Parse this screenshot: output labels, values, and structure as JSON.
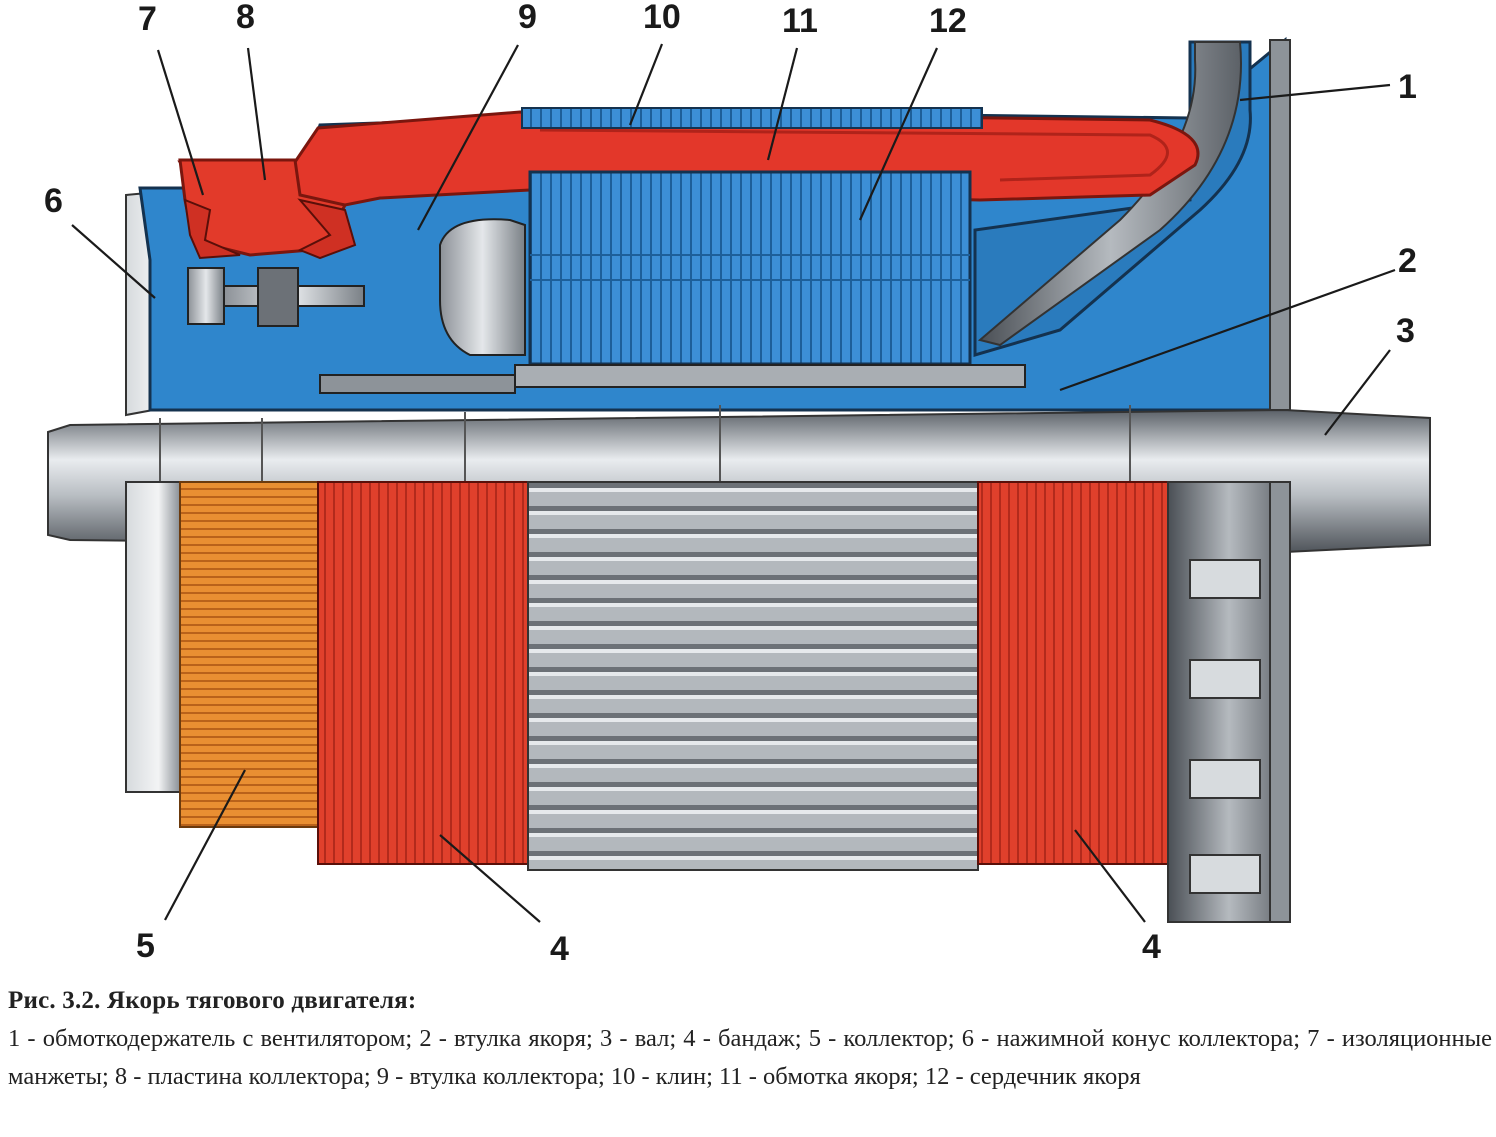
{
  "figure": {
    "title": "Рис. 3.2. Якорь тягового двигателя:",
    "caption": "1 - обмоткодержатель с вентилятором; 2 - втулка якоря; 3 - вал; 4 - бандаж; 5 - коллектор; 6 - нажимной конус коллектора; 7 - изоляционные манжеты; 8 - пластина коллектора; 9 - втулка коллектора; 10 - клин; 11 - обмотка якоря; 12 - сердечник якоря"
  },
  "callouts": [
    {
      "id": "c1",
      "label": "1"
    },
    {
      "id": "c2",
      "label": "2"
    },
    {
      "id": "c3",
      "label": "3"
    },
    {
      "id": "c4a",
      "label": "4"
    },
    {
      "id": "c4b",
      "label": "4"
    },
    {
      "id": "c5",
      "label": "5"
    },
    {
      "id": "c6",
      "label": "6"
    },
    {
      "id": "c7",
      "label": "7"
    },
    {
      "id": "c8",
      "label": "8"
    },
    {
      "id": "c9",
      "label": "9"
    },
    {
      "id": "c10",
      "label": "10"
    },
    {
      "id": "c11",
      "label": "11"
    },
    {
      "id": "c12",
      "label": "12"
    }
  ],
  "colors": {
    "housing_blue": "#2f86cc",
    "winding_red": "#e23a2a",
    "bandage_red": "#c4301f",
    "collector_orange": "#e8872a",
    "steel_grey": "#9aa0a6"
  }
}
